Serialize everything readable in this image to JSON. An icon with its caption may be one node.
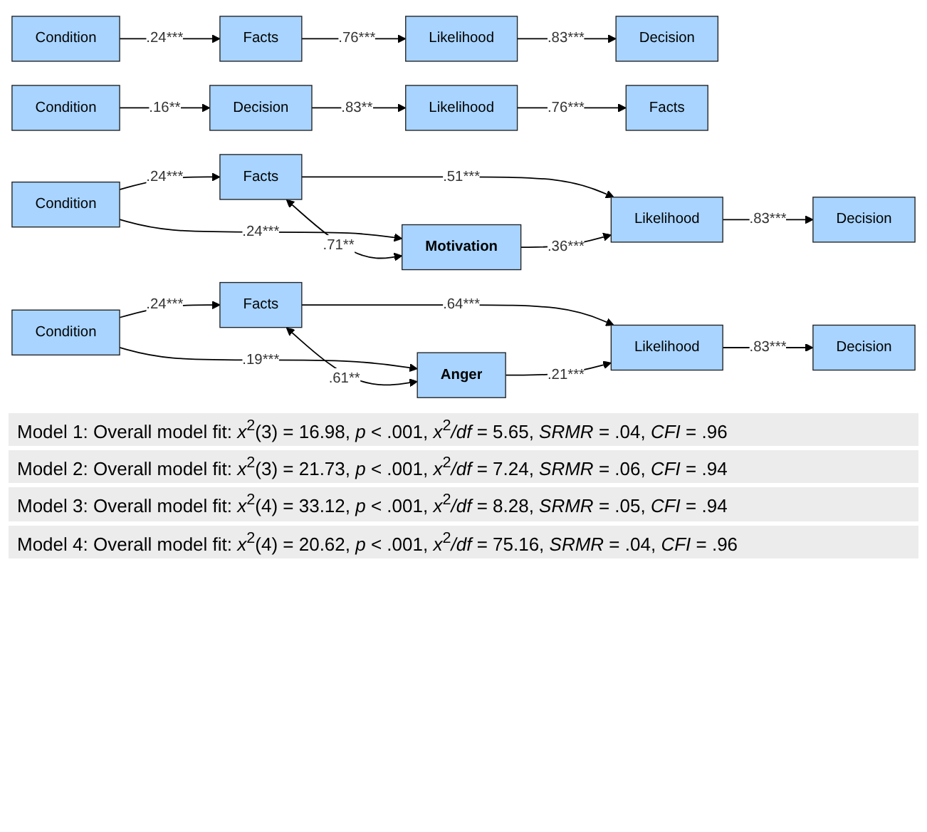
{
  "diagram": {
    "nodes": [
      {
        "text": [
          "Condition"
        ]
      },
      {
        "text": [
          "Facts"
        ]
      },
      {
        "text": [
          "Likelihood"
        ]
      },
      {
        "text": [
          "Decision"
        ]
      },
      {
        "text": [
          "Condition"
        ]
      },
      {
        "text": [
          "Decision"
        ]
      },
      {
        "text": [
          "Likelihood"
        ]
      },
      {
        "text": [
          "Facts"
        ]
      },
      {
        "text": [
          "Condition"
        ]
      },
      {
        "text": [
          "Facts"
        ]
      },
      {
        "text": [
          "Motivation"
        ]
      },
      {
        "text": [
          "Likelihood"
        ]
      },
      {
        "text": [
          "Decision"
        ]
      },
      {
        "text": [
          "Condition"
        ]
      },
      {
        "text": [
          "Facts"
        ]
      },
      {
        "text": [
          "Anger"
        ]
      },
      {
        "text": [
          "Likelihood"
        ]
      },
      {
        "text": [
          "Decision"
        ]
      }
    ],
    "edges": [
      {
        "from": 0,
        "to": 1,
        "arrow": "to",
        "label": ".24***"
      },
      {
        "from": 1,
        "to": 2,
        "arrow": "to",
        "label": ".76***"
      },
      {
        "from": 2,
        "to": 3,
        "arrow": "to",
        "label": ".83***"
      },
      {
        "from": 4,
        "to": 5,
        "arrow": "to",
        "label": ".16**"
      },
      {
        "from": 5,
        "to": 6,
        "arrow": "to",
        "label": ".83**"
      },
      {
        "from": 6,
        "to": 7,
        "arrow": "to",
        "label": ".76***"
      },
      {
        "from": 8,
        "to": 9,
        "arrow": "to",
        "label": ".24***"
      },
      {
        "from": 8,
        "to": 10,
        "arrow": "to",
        "label": ".24***"
      },
      {
        "from": 9,
        "to": 10,
        "arrow": "both",
        "label": ".71**"
      },
      {
        "from": 9,
        "to": 11,
        "arrow": "to",
        "label": ".51***"
      },
      {
        "from": 10,
        "to": 11,
        "arrow": "to",
        "label": ".36***"
      },
      {
        "from": 11,
        "to": 12,
        "arrow": "to",
        "label": ".83***"
      },
      {
        "from": 13,
        "to": 14,
        "arrow": "to",
        "label": ".24***"
      },
      {
        "from": 13,
        "to": 15,
        "arrow": "to",
        "label": ".19***"
      },
      {
        "from": 14,
        "to": 15,
        "arrow": "both",
        "label": ".61**"
      },
      {
        "from": 14,
        "to": 16,
        "arrow": "to",
        "label": ".64***"
      },
      {
        "from": 15,
        "to": 16,
        "arrow": "to",
        "label": ".21***"
      },
      {
        "from": 16,
        "to": 17,
        "arrow": "to",
        "label": ".83***"
      }
    ],
    "labels": [
      "Model 1: Overall model fit: *x*$^{2}$(3) = 16.98, *p* < .001, *x*$^{2}$*/df* = 5.65, *SRMR* = .04, *CFI* = .96",
      "Model 2: Overall model fit: *x*$^{2}$(3) = 21.73, *p* < .001, *x*$^{2}$*/df* = 7.24, *SRMR* = .06, *CFI* = .94",
      "Model 3: Overall model fit: *x*$^{2}$(4) = 33.12, *p* < .001, *x*$^{2}$*/df* = 8.28, *SRMR* = .05, *CFI* = .94",
      "Model 4: Overall model fit: *x*$^{2}$(4) = 20.62, *p* < .001, *x*$^{2}$*/df* = 75.16, *SRMR* = .04, *CFI* = .96"
    ]
  }
}
